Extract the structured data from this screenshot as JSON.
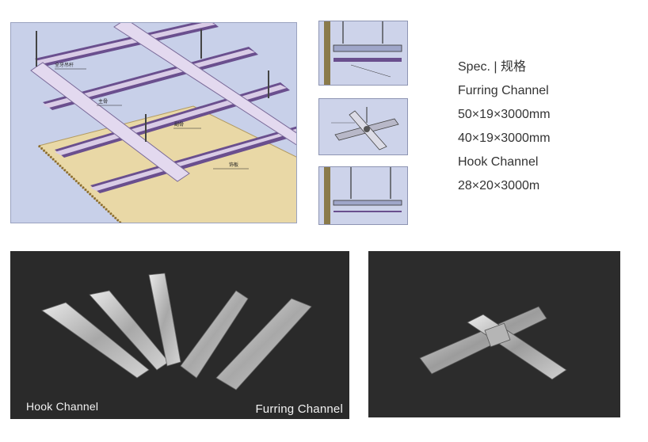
{
  "diagram": {
    "labels": {
      "hanger_rod": "全牙吊杆",
      "main_channel": "主骨",
      "furring_channel": "副骨",
      "ceiling_board": "饰板"
    }
  },
  "spec": {
    "heading": "Spec. | 规格",
    "lines": [
      "Furring Channel",
      "50×19×3000mm",
      "40×19×3000mm",
      "Hook Channel",
      "28×20×3000m"
    ]
  },
  "photos": {
    "hook_label": "Hook Channel",
    "furring_label": "Furring Channel"
  },
  "colors": {
    "diagram_bg": "#c8d0e9",
    "channel_purple": "#6a4f8e",
    "channel_light": "#d9cce6",
    "board": "#e9d8a6",
    "photo_bg": "#2a2a2a",
    "metal": "#c9c9c9"
  }
}
